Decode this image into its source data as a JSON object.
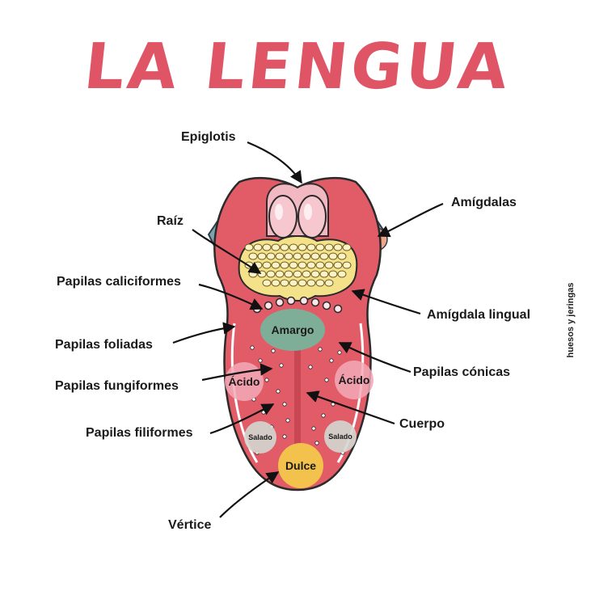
{
  "title": "LA LENGUA",
  "credit": "huesos y jeringas",
  "labels": {
    "epiglotis": "Epiglotis",
    "amigdalas": "Amígdalas",
    "raiz": "Raíz",
    "papilas_caliciformes": "Papilas caliciformes",
    "amigdala_lingual": "Amígdala lingual",
    "papilas_foliadas": "Papilas foliadas",
    "papilas_conicas": "Papilas cónicas",
    "papilas_fungiformes": "Papilas fungiformes",
    "cuerpo": "Cuerpo",
    "papilas_filiformes": "Papilas filiformes",
    "vertice": "Vértice"
  },
  "taste_zones": {
    "amargo": "Amargo",
    "acido_left": "Ácido",
    "acido_right": "Ácido",
    "salado_left": "Salado",
    "salado_right": "Salado",
    "dulce": "Dulce"
  },
  "colors": {
    "title": "#e05565",
    "tongue": "#e25c68",
    "amargo": "#7fae98",
    "acido": "#f2a9b8",
    "salado": "#d3d6d0",
    "dulce": "#f2c24c",
    "lingual_tonsil": "#f4e28a"
  }
}
